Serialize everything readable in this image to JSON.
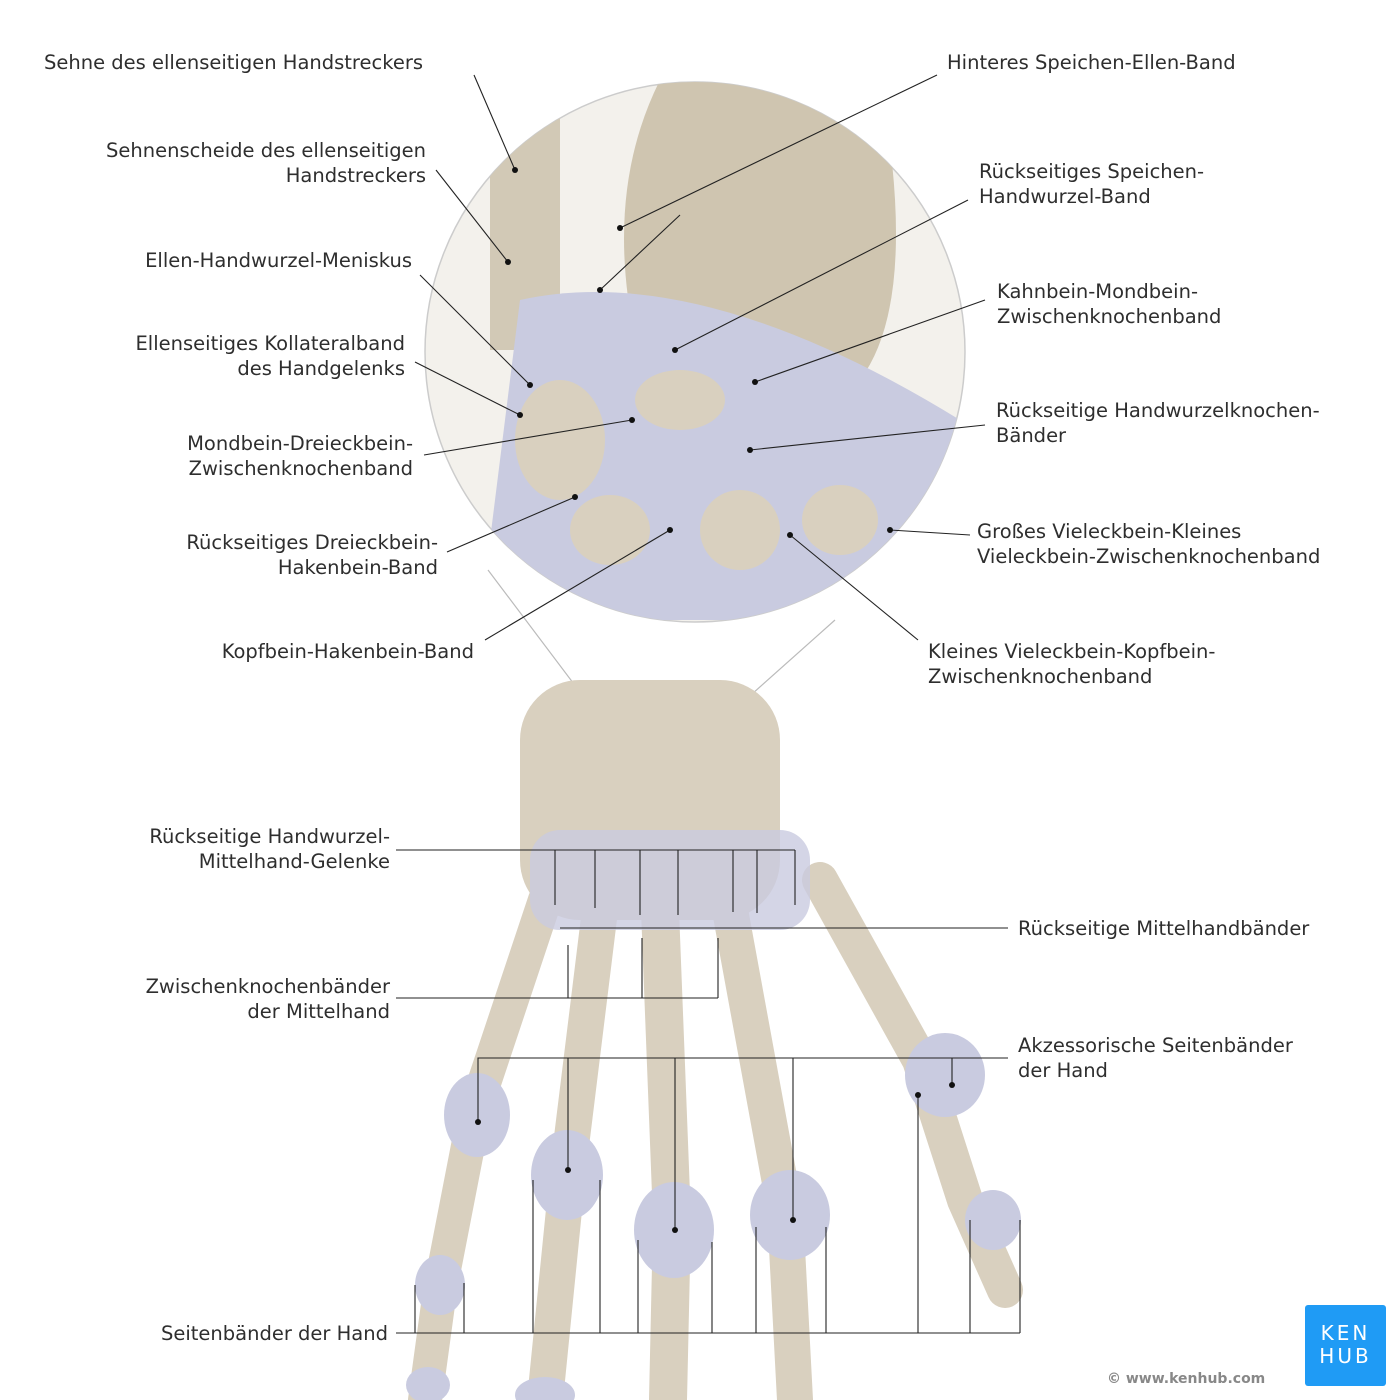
{
  "labels_left": [
    {
      "lines": [
        "Sehne des ellenseitigen Handstreckers"
      ]
    },
    {
      "lines": [
        "Sehnenscheide des ellenseitigen",
        "Handstreckers"
      ]
    },
    {
      "lines": [
        "Ellen-Handwurzel-Meniskus"
      ]
    },
    {
      "lines": [
        "Ellenseitiges Kollateralband",
        "des Handgelenks"
      ]
    },
    {
      "lines": [
        "Mondbein-Dreieckbein-",
        "Zwischenknochenband"
      ]
    },
    {
      "lines": [
        "Rückseitiges Dreieckbein-",
        "Hakenbein-Band"
      ]
    },
    {
      "lines": [
        "Kopfbein-Hakenbein-Band"
      ]
    },
    {
      "lines": [
        "Rückseitige Handwurzel-",
        "Mittelhand-Gelenke"
      ]
    },
    {
      "lines": [
        "Zwischenknochenbänder",
        "der Mittelhand"
      ]
    },
    {
      "lines": [
        "Seitenbänder der Hand"
      ]
    }
  ],
  "labels_right": [
    {
      "lines": [
        "Hinteres Speichen-Ellen-Band"
      ]
    },
    {
      "lines": [
        "Rückseitiges Speichen-",
        "Handwurzel-Band"
      ]
    },
    {
      "lines": [
        "Kahnbein-Mondbein-",
        "Zwischenknochenband"
      ]
    },
    {
      "lines": [
        "Rückseitige Handwurzelknochen-",
        "Bänder"
      ]
    },
    {
      "lines": [
        "Großes Vieleckbein-Kleines",
        "Vieleckbein-Zwischenknochenband"
      ]
    },
    {
      "lines": [
        "Kleines Vieleckbein-Kopfbein-",
        "Zwischenknochenband"
      ]
    },
    {
      "lines": [
        "Rückseitige Mittelhandbänder"
      ]
    },
    {
      "lines": [
        "Akzessorische Seitenbänder",
        "der Hand"
      ]
    }
  ],
  "logo": {
    "line1": "KEN",
    "line2": "HUB"
  },
  "copyright": "© www.kenhub.com",
  "colors": {
    "bone": "#d9d0bf",
    "ligament": "#c9cbe0",
    "accent": "#1f9bf5"
  }
}
